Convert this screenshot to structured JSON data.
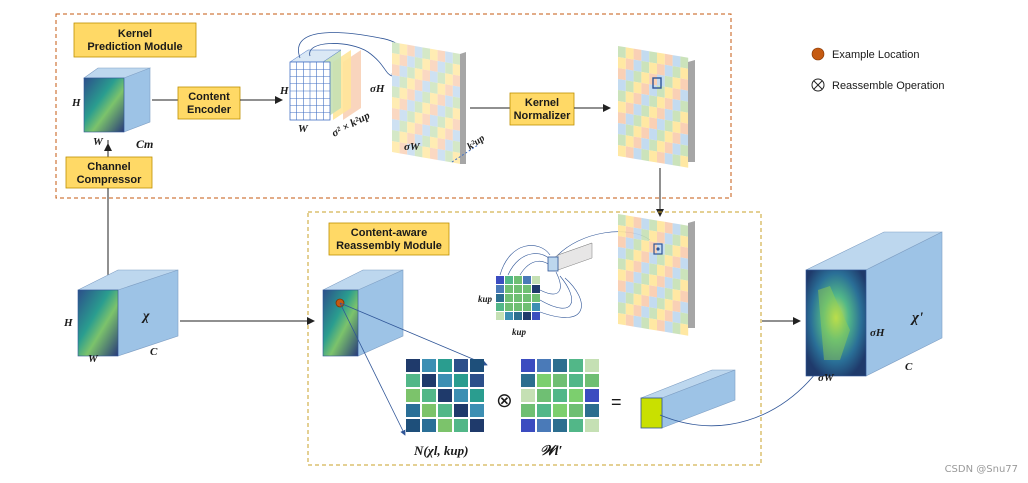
{
  "modules": {
    "kernel_prediction": "Kernel\nPrediction Module",
    "content_encoder": "Content\nEncoder",
    "kernel_normalizer": "Kernel\nNormalizer",
    "channel_compressor": "Channel\nCompressor",
    "content_aware": "Content-aware\nReassembly Module"
  },
  "legend": {
    "example_location": "Example Location",
    "reassemble_operation": "Reassemble Operation"
  },
  "labels": {
    "H": "H",
    "W": "W",
    "Cm": "Cm",
    "C": "C",
    "chi": "χ",
    "chi_prime": "χ'",
    "sigmaH": "σH",
    "sigmaW": "σW",
    "channels_formula": "σ² × k²up",
    "kup2": "k²up",
    "kup": "kup",
    "neighborhood": "N(χl, kup)",
    "weights": "𝒲l′",
    "otimes": "⊗",
    "equals": "="
  },
  "watermark": "CSDN @Snu77",
  "colors": {
    "orange_border": "#c55a11",
    "gold_border": "#c9a227",
    "label_box": "#ffd966",
    "cube_face": "#9dc3e6",
    "cube_side": "#bdd7ee",
    "grid_blue": "#4472c4",
    "check_green": "#c5e0b4",
    "check_yellow": "#ffe699",
    "check_pink": "#f8cbad",
    "check_blue": "#bdd7ee",
    "example_dot": "#c55a11"
  }
}
